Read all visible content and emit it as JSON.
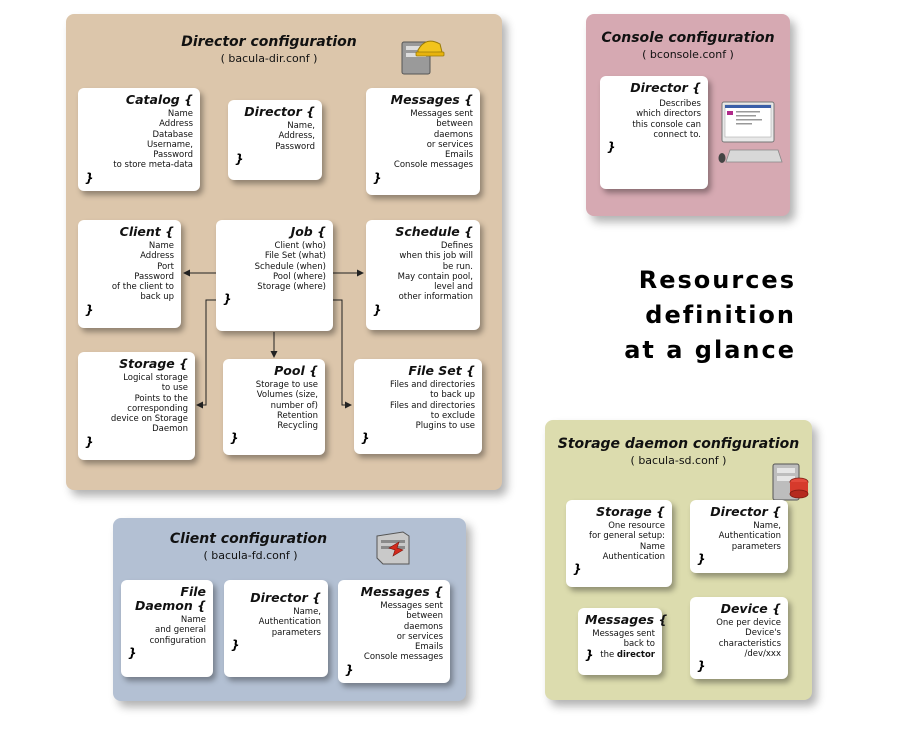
{
  "tagline": "Resources\ndefinition\nat a glance",
  "director_panel": {
    "title": "Director configuration",
    "file": "( bacula-dir.conf )",
    "icon": "director-server-icon",
    "cards": {
      "catalog": {
        "head": "Catalog {",
        "body": "Name\nAddress\nDatabase\nUsername,\nPassword\nto store meta-data",
        "end": "}"
      },
      "director": {
        "head": "Director {",
        "body": "Name,\nAddress,\nPassword",
        "end": "}"
      },
      "messages": {
        "head": "Messages {",
        "body": "Messages sent\nbetween\ndaemons\nor services\nEmails\nConsole messages",
        "end": "}"
      },
      "client": {
        "head": "Client {",
        "body": "Name\nAddress\nPort\nPassword\nof the client to\nback up",
        "end": "}"
      },
      "job": {
        "head": "Job {",
        "body": "Client (who)\nFile Set (what)\nSchedule (when)\nPool (where)\nStorage (where)",
        "end": "}"
      },
      "schedule": {
        "head": "Schedule {",
        "body": "Defines\nwhen this job will\nbe run.\nMay contain pool,\nlevel and\nother information",
        "end": "}"
      },
      "storage": {
        "head": "Storage {",
        "body": "Logical storage\nto use\nPoints to the\ncorresponding\ndevice on Storage\nDaemon",
        "end": "}"
      },
      "pool": {
        "head": "Pool {",
        "body": "Storage to use\nVolumes (size,\nnumber of)\nRetention\nRecycling",
        "end": "}"
      },
      "fileset": {
        "head": "File Set {",
        "body": "Files and directories\nto back up\nFiles and directories\nto exclude\nPlugins to use",
        "end": "}"
      }
    }
  },
  "console_panel": {
    "title": "Console configuration",
    "file": "( bconsole.conf )",
    "icon": "console-computer-icon",
    "cards": {
      "director": {
        "head": "Director {",
        "body": "Describes\nwhich directors\nthis console can\nconnect to.",
        "end": "}"
      }
    }
  },
  "client_panel": {
    "title": "Client configuration",
    "file": "( bacula-fd.conf )",
    "icon": "file-daemon-server-icon",
    "cards": {
      "filedaemon": {
        "head": "File\nDaemon {",
        "body": "Name\nand general\nconfiguration",
        "end": "}"
      },
      "director": {
        "head": "Director {",
        "body": "Name,\nAuthentication\nparameters",
        "end": "}"
      },
      "messages": {
        "head": "Messages {",
        "body": "Messages sent\nbetween\ndaemons\nor services\nEmails\nConsole messages",
        "end": "}"
      }
    }
  },
  "storage_panel": {
    "title": "Storage daemon configuration",
    "file": "( bacula-sd.conf )",
    "icon": "storage-server-icon",
    "cards": {
      "storage": {
        "head": "Storage {",
        "body": "One resource\nfor general setup:\nName\nAuthentication",
        "end": "}"
      },
      "director": {
        "head": "Director {",
        "body": "Name,\nAuthentication\nparameters",
        "end": "}"
      },
      "messages": {
        "head": "Messages {",
        "body": "Messages sent\nback to\nthe ",
        "bold": "director",
        "end": "}"
      },
      "device": {
        "head": "Device {",
        "body": "One per device\nDevice's\ncharacteristics\n/dev/xxx",
        "end": "}"
      }
    }
  },
  "colors": {
    "director": "#dcc6ab",
    "console": "#d6a9b2",
    "client": "#b3c0d3",
    "storage": "#dcdcae"
  }
}
